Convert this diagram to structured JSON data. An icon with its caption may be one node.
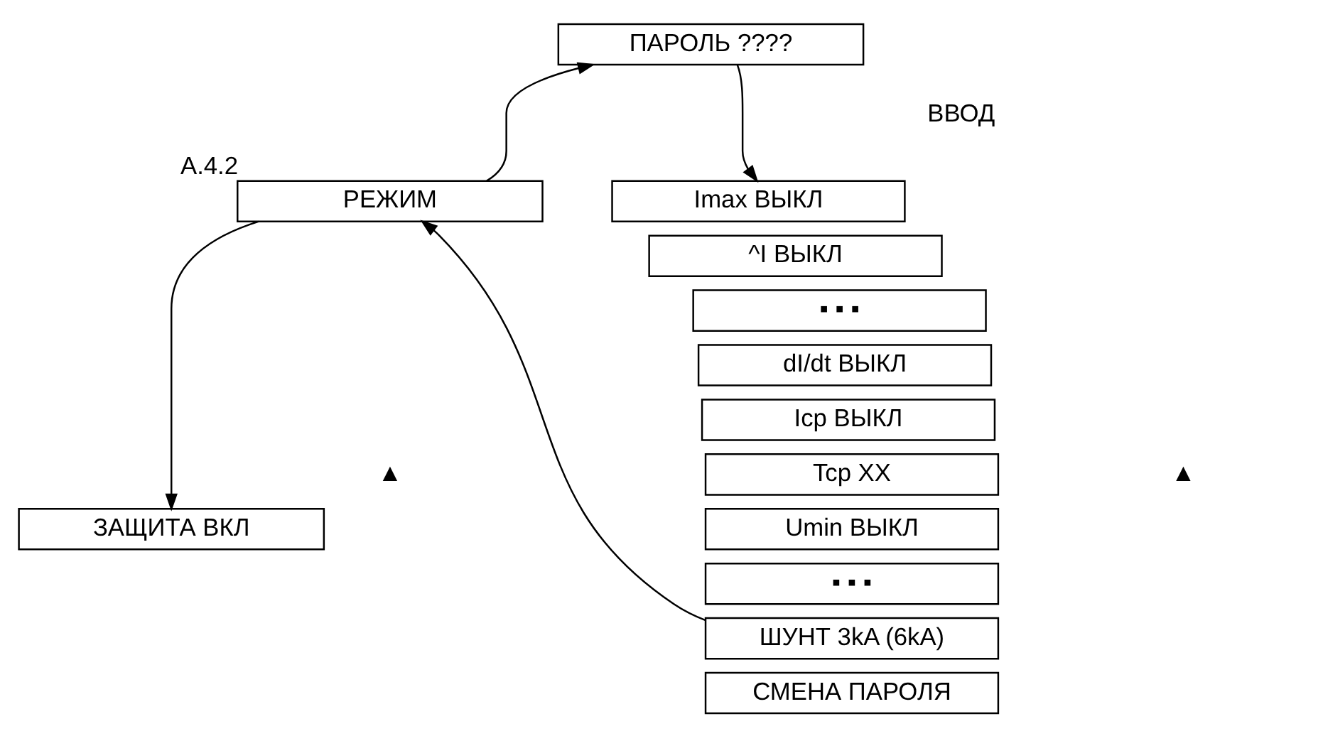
{
  "diagram": {
    "nodes": [
      {
        "text": [
          "ПАРОЛЬ ????"
        ]
      },
      {
        "text": [
          "РЕЖИМ"
        ],
        "beside": [
          "A.4.2"
        ]
      },
      {
        "text": [
          "ЗАЩИТА ВКЛ"
        ]
      },
      {
        "text": [
          "Imax ВЫКЛ"
        ]
      },
      {
        "text": [
          "^I ВЫКЛ"
        ]
      },
      {
        "text": [
          "▪ ▪ ▪"
        ]
      },
      {
        "text": [
          "dI/dt ВЫКЛ"
        ]
      },
      {
        "text": [
          "Icp ВЫКЛ"
        ]
      },
      {
        "text": [
          "Tcp XX"
        ]
      },
      {
        "text": [
          "Umin ВЫКЛ"
        ]
      },
      {
        "text": [
          "▪ ▪ ▪"
        ]
      },
      {
        "text": [
          "ШУНТ 3kA (6kA)"
        ]
      },
      {
        "text": [
          "СМЕНА ПАРОЛЯ"
        ]
      }
    ],
    "edges": [
      {
        "from": 1,
        "to": 0,
        "arrow": "to"
      },
      {
        "from": 0,
        "to": 3,
        "arrow": "to"
      },
      {
        "from": 1,
        "to": 2,
        "arrow": "to"
      },
      {
        "from": 11,
        "to": 1,
        "arrow": "to"
      }
    ],
    "labels": [
      "ВВОД",
      "▲",
      "▲"
    ]
  }
}
